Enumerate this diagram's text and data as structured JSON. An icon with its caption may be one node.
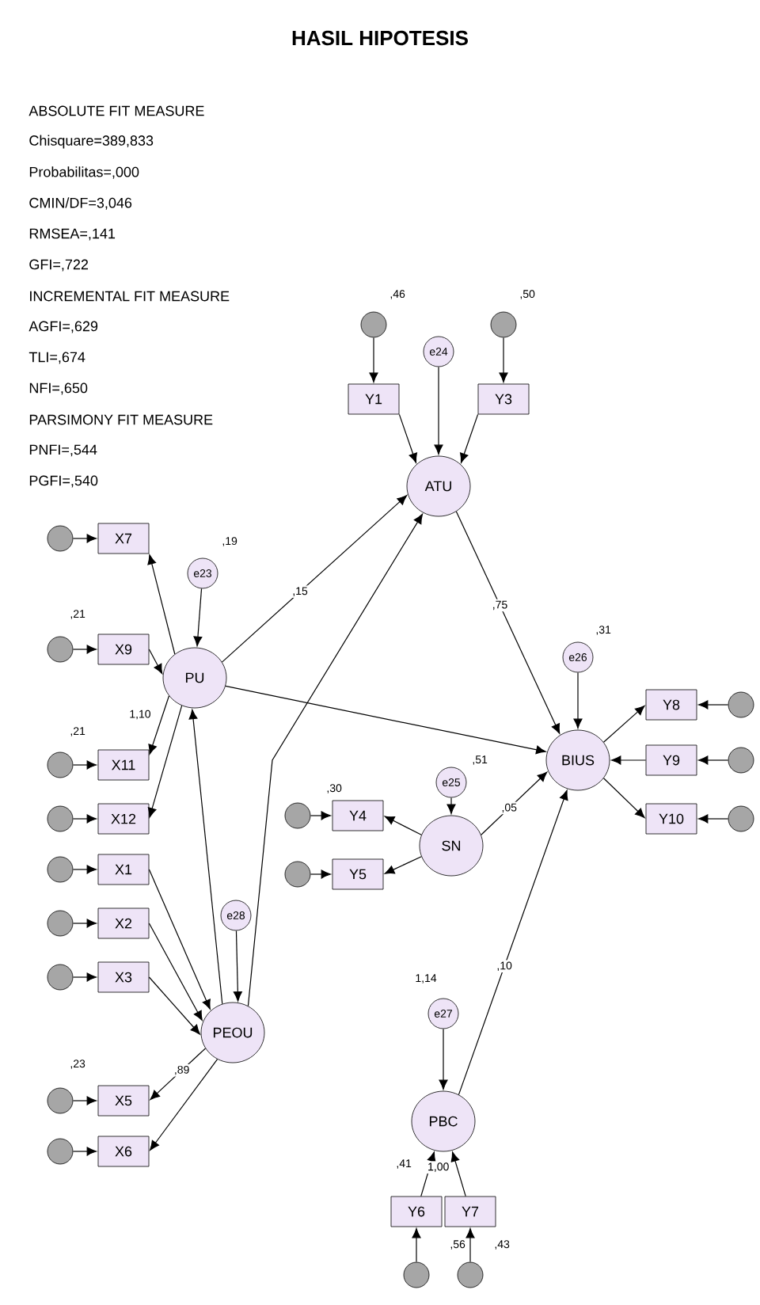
{
  "diagram": {
    "title": "HASIL HIPOTESIS",
    "nodes": [
      {
        "text": [
          "ATU"
        ]
      },
      {
        "text": [
          "e24"
        ]
      },
      {
        "text": [
          "Y1"
        ]
      },
      {
        "text": [
          "Y3"
        ]
      },
      {
        "text": [],
        "shape": "circle"
      },
      {
        "text": [],
        "shape": "circle"
      },
      {
        "text": [
          "PU"
        ]
      },
      {
        "text": [
          "e23"
        ]
      },
      {
        "text": [
          "X7"
        ]
      },
      {
        "text": [],
        "shape": "circle"
      },
      {
        "text": [
          "X9"
        ]
      },
      {
        "text": [],
        "shape": "circle"
      },
      {
        "text": [
          "X11"
        ]
      },
      {
        "text": [],
        "shape": "circle"
      },
      {
        "text": [
          "X12"
        ]
      },
      {
        "text": [],
        "shape": "circle"
      },
      {
        "text": [
          "SN"
        ]
      },
      {
        "text": [
          "e25"
        ]
      },
      {
        "text": [
          "Y4"
        ]
      },
      {
        "text": [],
        "shape": "circle"
      },
      {
        "text": [
          "Y5"
        ]
      },
      {
        "text": [],
        "shape": "circle"
      },
      {
        "text": [
          "BIUS"
        ]
      },
      {
        "text": [
          "e26"
        ]
      },
      {
        "text": [
          "Y8"
        ]
      },
      {
        "text": [],
        "shape": "circle"
      },
      {
        "text": [
          "Y9"
        ]
      },
      {
        "text": [],
        "shape": "circle"
      },
      {
        "text": [
          "Y10"
        ]
      },
      {
        "text": [],
        "shape": "circle"
      },
      {
        "text": [
          "X1"
        ]
      },
      {
        "text": [],
        "shape": "circle"
      },
      {
        "text": [
          "X2"
        ]
      },
      {
        "text": [],
        "shape": "circle"
      },
      {
        "text": [
          "X3"
        ]
      },
      {
        "text": [],
        "shape": "circle"
      },
      {
        "text": [
          "PEOU"
        ]
      },
      {
        "text": [
          "e28"
        ]
      },
      {
        "text": [
          "X5"
        ]
      },
      {
        "text": [],
        "shape": "circle"
      },
      {
        "text": [
          "X6"
        ]
      },
      {
        "text": [],
        "shape": "circle"
      },
      {
        "text": [
          "PBC"
        ]
      },
      {
        "text": [
          "e27"
        ]
      },
      {
        "text": [
          "Y6"
        ]
      },
      {
        "text": [],
        "shape": "circle"
      },
      {
        "text": [
          "Y7"
        ]
      },
      {
        "text": [],
        "shape": "circle"
      }
    ],
    "edges": [
      {
        "from": 4,
        "to": 2,
        "arrow": "to"
      },
      {
        "from": 5,
        "to": 3,
        "arrow": "to"
      },
      {
        "from": 9,
        "to": 8,
        "arrow": "to"
      },
      {
        "from": 11,
        "to": 10,
        "arrow": "to"
      },
      {
        "from": 13,
        "to": 12,
        "arrow": "to"
      },
      {
        "from": 15,
        "to": 14,
        "arrow": "to"
      },
      {
        "from": 19,
        "to": 18,
        "arrow": "to"
      },
      {
        "from": 21,
        "to": 20,
        "arrow": "to"
      },
      {
        "from": 25,
        "to": 24,
        "arrow": "to"
      },
      {
        "from": 27,
        "to": 26,
        "arrow": "to"
      },
      {
        "from": 29,
        "to": 28,
        "arrow": "to"
      },
      {
        "from": 31,
        "to": 30,
        "arrow": "to"
      },
      {
        "from": 33,
        "to": 32,
        "arrow": "to"
      },
      {
        "from": 35,
        "to": 34,
        "arrow": "to"
      },
      {
        "from": 39,
        "to": 38,
        "arrow": "to"
      },
      {
        "from": 41,
        "to": 40,
        "arrow": "to"
      },
      {
        "from": 45,
        "to": 44,
        "arrow": "to"
      },
      {
        "from": 47,
        "to": 46,
        "arrow": "to"
      },
      {
        "from": 2,
        "to": 0,
        "arrow": "to"
      },
      {
        "from": 3,
        "to": 0,
        "arrow": "to"
      },
      {
        "from": 1,
        "to": 0,
        "arrow": "to"
      },
      {
        "from": 7,
        "to": 6,
        "arrow": "to"
      },
      {
        "from": 6,
        "to": 8,
        "arrow": "to"
      },
      {
        "from": 10,
        "to": 6,
        "arrow": "to"
      },
      {
        "from": 6,
        "to": 12,
        "label": "1,10",
        "arrow": "to"
      },
      {
        "from": 6,
        "to": 14,
        "arrow": "to"
      },
      {
        "from": 17,
        "to": 16,
        "arrow": "to"
      },
      {
        "from": 16,
        "to": 18,
        "arrow": "to"
      },
      {
        "from": 16,
        "to": 20,
        "arrow": "to"
      },
      {
        "from": 23,
        "to": 22,
        "arrow": "to"
      },
      {
        "from": 22,
        "to": 24,
        "arrow": "to"
      },
      {
        "from": 26,
        "to": 22,
        "arrow": "to"
      },
      {
        "from": 22,
        "to": 28,
        "arrow": "to"
      },
      {
        "from": 30,
        "to": 36,
        "arrow": "to"
      },
      {
        "from": 32,
        "to": 36,
        "arrow": "to"
      },
      {
        "from": 34,
        "to": 36,
        "arrow": "to"
      },
      {
        "from": 37,
        "to": 36,
        "arrow": "to"
      },
      {
        "from": 36,
        "to": 38,
        "label": ",89",
        "arrow": "to"
      },
      {
        "from": 36,
        "to": 40,
        "arrow": "to"
      },
      {
        "from": 43,
        "to": 42,
        "arrow": "to"
      },
      {
        "from": 44,
        "to": 42,
        "arrow": "to"
      },
      {
        "from": 46,
        "to": 42,
        "label": "1,00",
        "arrow": "to"
      },
      {
        "from": 6,
        "to": 0,
        "label": ",15",
        "arrow": "to"
      },
      {
        "from": 36,
        "to": 0,
        "arrow": "to"
      },
      {
        "from": 6,
        "to": 22,
        "arrow": "to"
      },
      {
        "from": 0,
        "to": 22,
        "label": ",75",
        "arrow": "to"
      },
      {
        "from": 16,
        "to": 22,
        "label": ",05",
        "arrow": "to"
      },
      {
        "from": 42,
        "to": 22,
        "label": ",10",
        "arrow": "to"
      },
      {
        "from": 36,
        "to": 6,
        "arrow": "to"
      }
    ],
    "labels": [
      "ABSOLUTE FIT MEASURE",
      "Chisquare=389,833",
      "Probabilitas=,000",
      "CMIN/DF=3,046",
      "RMSEA=,141",
      "GFI=,722",
      "INCREMENTAL FIT MEASURE",
      "AGFI=,629",
      "TLI=,674",
      "NFI=,650",
      "PARSIMONY FIT MEASURE",
      "PNFI=,544",
      "PGFI=,540",
      ",46",
      ",50",
      ",19",
      ",31",
      ",51",
      ",30",
      ",21",
      ",21",
      ",23",
      "1,14",
      ",41",
      ",56",
      ",43"
    ]
  }
}
